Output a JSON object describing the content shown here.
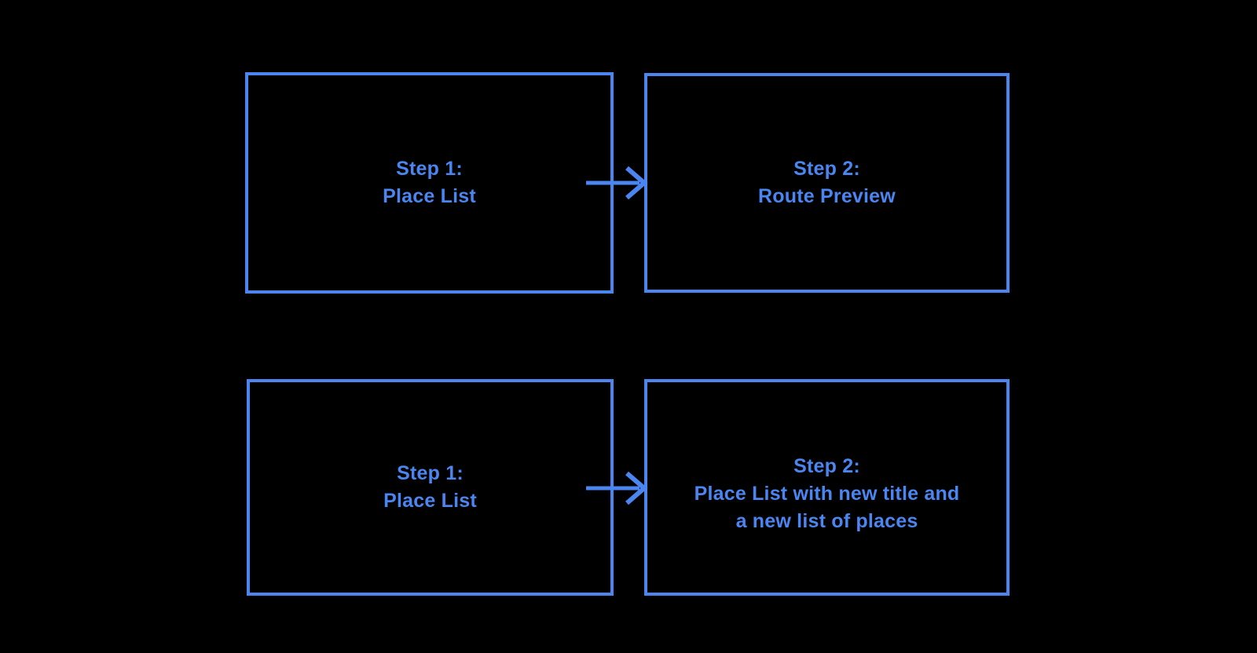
{
  "diagram": {
    "colors": {
      "background": "#000000",
      "accent": "#4a85f0"
    },
    "boxes": [
      {
        "name": "row1-step1",
        "lines": [
          "Step 1:",
          "Place List"
        ]
      },
      {
        "name": "row1-step2",
        "lines": [
          "Step 2:",
          "Route Preview"
        ]
      },
      {
        "name": "row2-step1",
        "lines": [
          "Step 1:",
          "Place List"
        ]
      },
      {
        "name": "row2-step2",
        "lines": [
          "Step 2:",
          "Place List with new title and",
          "a new list of places"
        ]
      }
    ],
    "connectors": [
      {
        "from": "row1-step1",
        "to": "row1-step2",
        "shape": "arrow-right"
      },
      {
        "from": "row2-step1",
        "to": "row2-step2",
        "shape": "arrow-right"
      }
    ]
  }
}
